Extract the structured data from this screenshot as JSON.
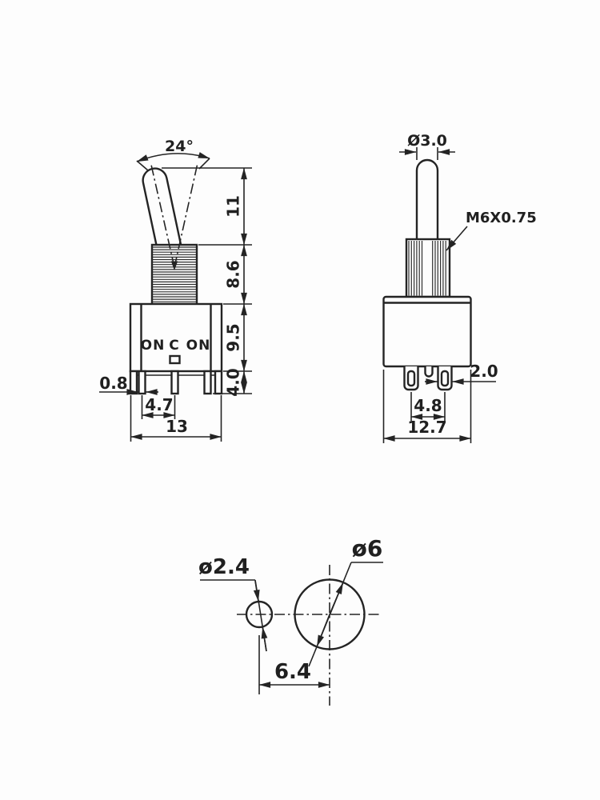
{
  "side_view": {
    "angle": "24°",
    "marking_left": "ON",
    "marking_center": "C",
    "marking_right": "ON",
    "dim_lever_height": "11",
    "dim_bushing_height": "8.6",
    "dim_body_height": "9.5",
    "dim_pin_length": "4.0",
    "dim_pin_thickness": "0.8",
    "dim_pin_pitch": "4.7",
    "dim_body_width": "13"
  },
  "front_view": {
    "dim_actuator_dia": "Ø3.0",
    "thread_spec": "M6X0.75",
    "dim_terminal_width": "2.0",
    "dim_terminal_pitch": "4.8",
    "dim_body_depth": "12.7"
  },
  "panel_view": {
    "dim_small_hole_dia": "ø2.4",
    "dim_large_hole_dia": "ø6",
    "dim_hole_pitch": "6.4"
  },
  "colors": {
    "line": "#242424",
    "background": "#fdfdfd"
  }
}
